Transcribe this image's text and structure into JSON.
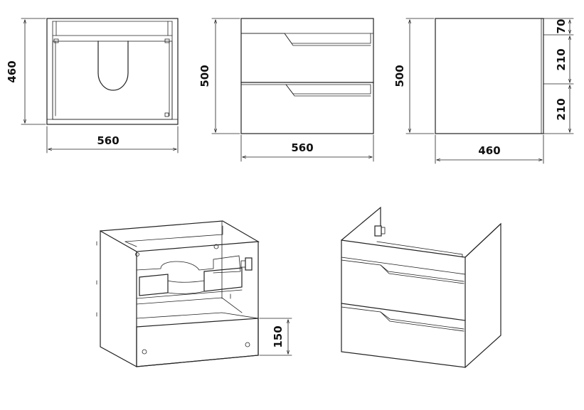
{
  "front_view": {
    "height": "460",
    "width": "560"
  },
  "closed_front_view": {
    "height": "500",
    "width": "560"
  },
  "side_view": {
    "height": "500",
    "depth": "460",
    "segments": [
      "70",
      "210",
      "210"
    ]
  },
  "open_isometric": {
    "drawer_height": "150"
  },
  "colors": {
    "line": "#222222",
    "background": "#ffffff"
  }
}
